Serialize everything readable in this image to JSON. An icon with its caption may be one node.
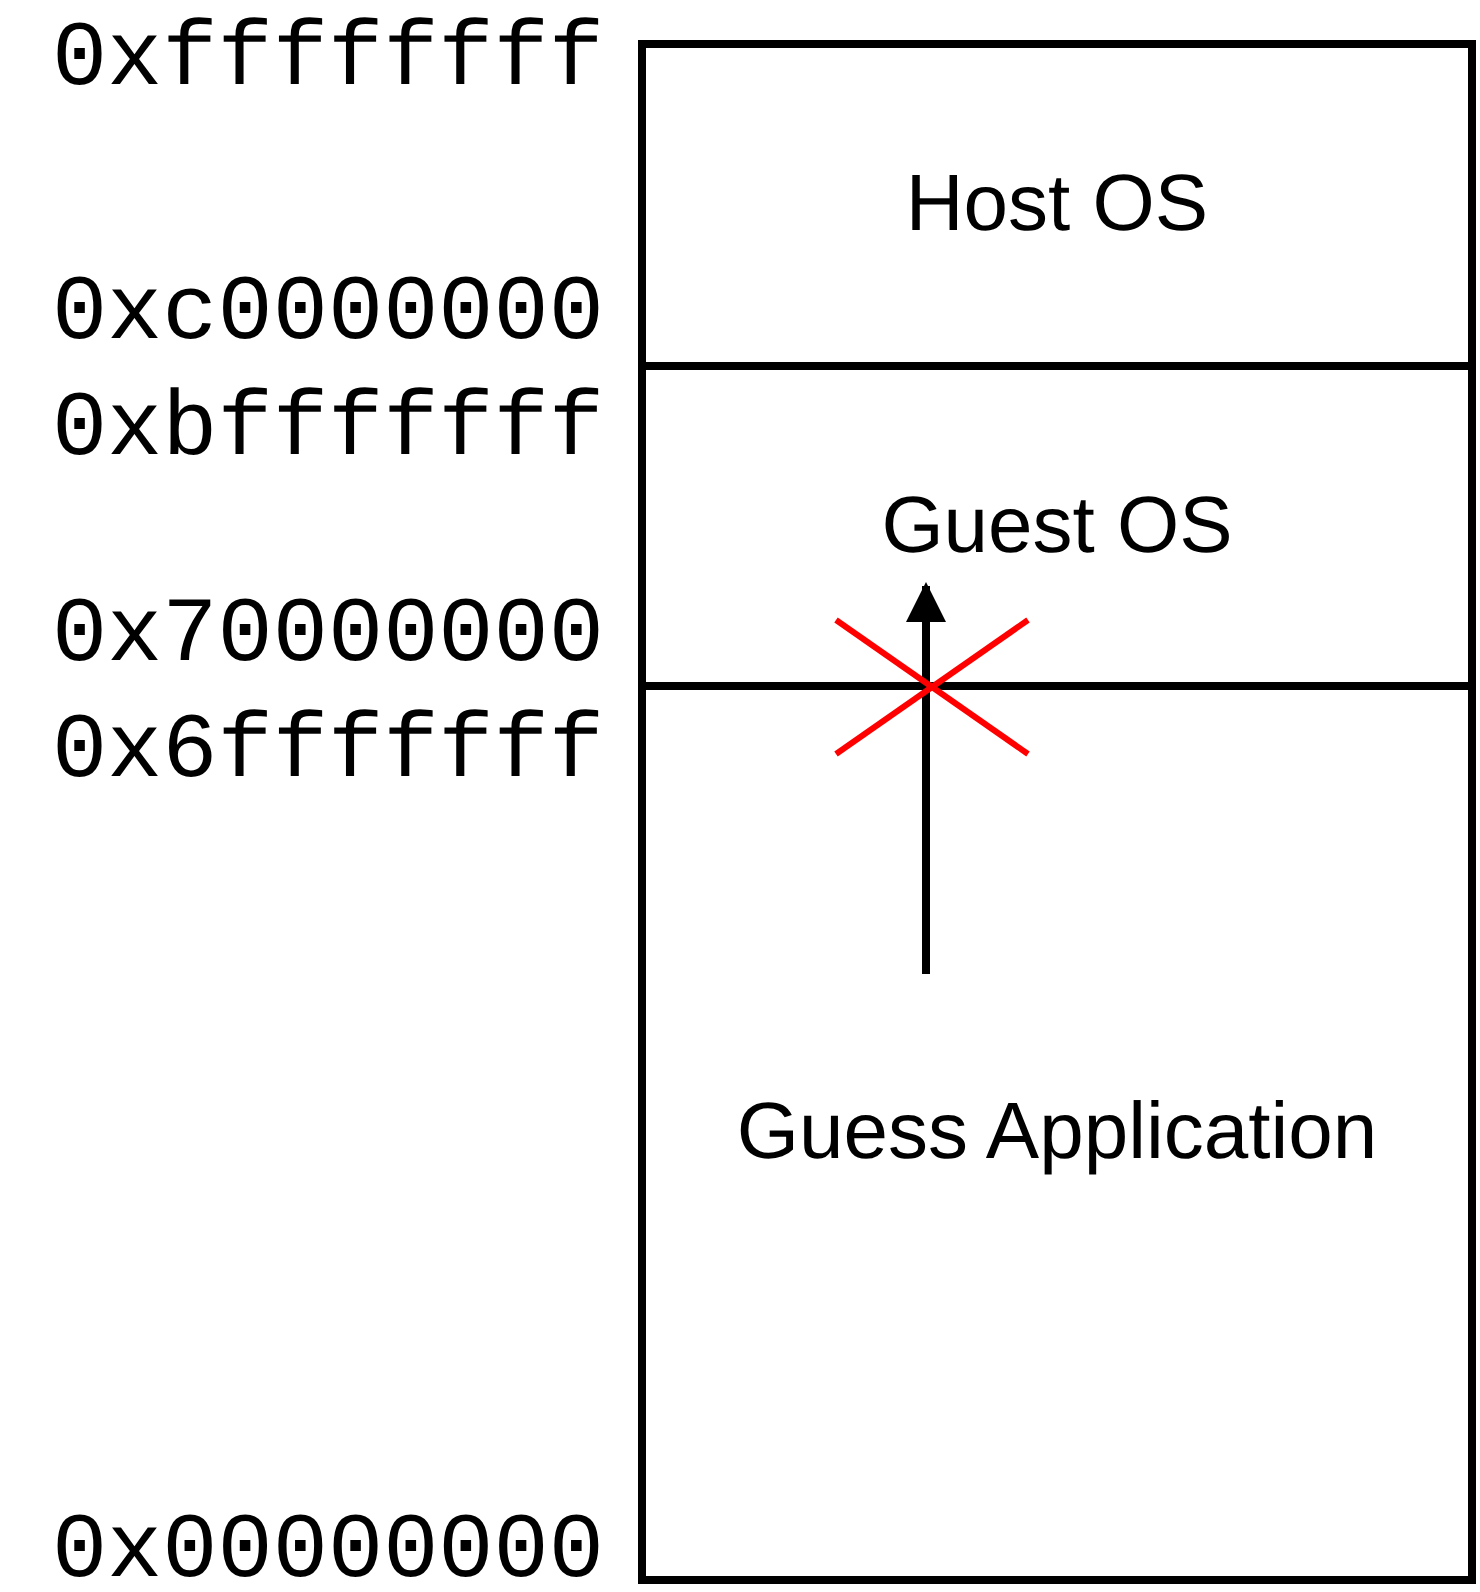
{
  "diagram": {
    "nodes": [
      {
        "text": [
          "Host OS"
        ]
      },
      {
        "text": [
          "Guest OS"
        ]
      },
      {
        "text": [
          "Guess Application"
        ]
      }
    ],
    "edges": [
      {
        "from": 2,
        "to": 1,
        "arrow": "to"
      }
    ],
    "labels": [
      "0xffffffff",
      "0xc0000000",
      "0xbfffffff",
      "0x70000000",
      "0x6fffffff",
      "0x00000000"
    ]
  }
}
